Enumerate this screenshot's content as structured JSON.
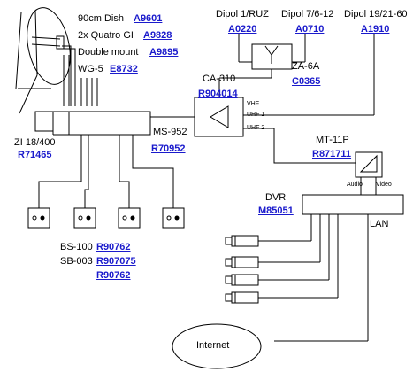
{
  "colors": {
    "line": "#000000",
    "link": "#1a1acc",
    "background": "#ffffff"
  },
  "dish": {
    "icon": "satellite-dish-icon",
    "items": [
      {
        "label": "90cm Dish",
        "code": "A9601"
      },
      {
        "label": "2x Quatro GI",
        "code": "A9828"
      },
      {
        "label": "Double mount",
        "code": "A9895"
      },
      {
        "label": "WG-5",
        "code": "E8732"
      }
    ]
  },
  "antennas": [
    {
      "label": "Dipol 1/RUZ",
      "code": "A0220"
    },
    {
      "label": "Dipol 7/6-12",
      "code": "A0710"
    },
    {
      "label": "Dipol 19/21-60",
      "code": "A1910"
    }
  ],
  "combiner": {
    "label": "ZA-6A",
    "code": "C0365"
  },
  "amplifier": {
    "label": "CA-310",
    "code": "R904014",
    "ports": {
      "vhf": "VHF",
      "uhf1": "UHF 1",
      "uhf2": "UHF 2"
    }
  },
  "multiswitch": {
    "label": "MS-952",
    "code": "R70952"
  },
  "terminator": {
    "label": "ZI 18/400",
    "code": "R71465"
  },
  "modulator": {
    "label": "MT-11P",
    "code": "R871711",
    "ports": {
      "audio": "Audio",
      "video": "Video"
    }
  },
  "dvr": {
    "label": "DVR",
    "code": "M85051",
    "lan": "LAN"
  },
  "sockets": {
    "count": 4,
    "items": [
      {
        "label": "BS-100",
        "code": "R90762"
      },
      {
        "label": "SB-003",
        "code": "R907075"
      },
      {
        "label": "",
        "code": "R90762"
      }
    ]
  },
  "cameras": {
    "count": 4
  },
  "internet": {
    "label": "Internet"
  }
}
